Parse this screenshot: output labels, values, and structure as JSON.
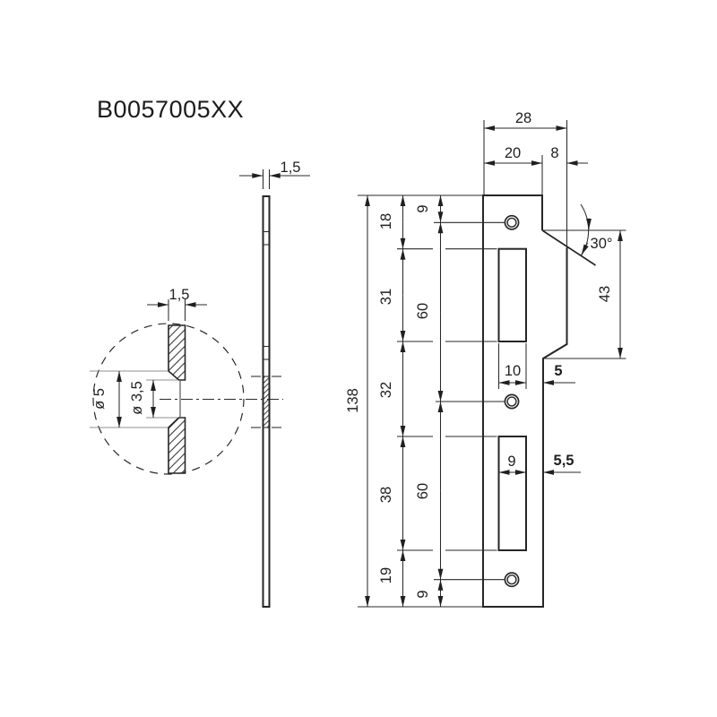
{
  "title": "B0057005XX",
  "side_view": {
    "thickness": "1,5"
  },
  "detail_view": {
    "thickness": "1,5",
    "countersink_dia": "ø 5",
    "hole_dia": "ø 3,5"
  },
  "front_view": {
    "width_total": "28",
    "width_body": "20",
    "width_lip": "8",
    "height_total": "138",
    "left_chain": [
      "18",
      "31",
      "32",
      "38",
      "19"
    ],
    "hole_chain": [
      "9",
      "60",
      "60",
      "9"
    ],
    "lip_angle": "30°",
    "lip_height": "43",
    "upper_slot_width": "10",
    "upper_slot_margin": "5",
    "lower_slot_width": "9",
    "lower_slot_margin": "5,5"
  }
}
